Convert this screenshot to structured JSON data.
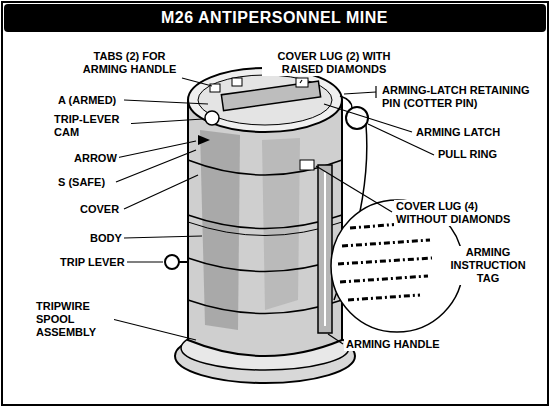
{
  "diagram": {
    "title": "M26 ANTIPERSONNEL MINE",
    "labels": [
      "TABS (2) FOR ARMING HANDLE",
      "A (ARMED)",
      "TRIP-LEVER CAM",
      "ARROW",
      "S (SAFE)",
      "COVER",
      "BODY",
      "TRIP LEVER",
      "TRIPWIRE SPOOL ASSEMBLY",
      "COVER LUG (2) WITH RAISED DIAMONDS",
      "ARMING-LATCH RETAINING PIN (COTTER PIN)",
      "ARMING LATCH",
      "PULL RING",
      "COVER LUG (4) WITHOUT DIAMONDS",
      "ARMING INSTRUCTION TAG",
      "ARMING HANDLE"
    ]
  }
}
